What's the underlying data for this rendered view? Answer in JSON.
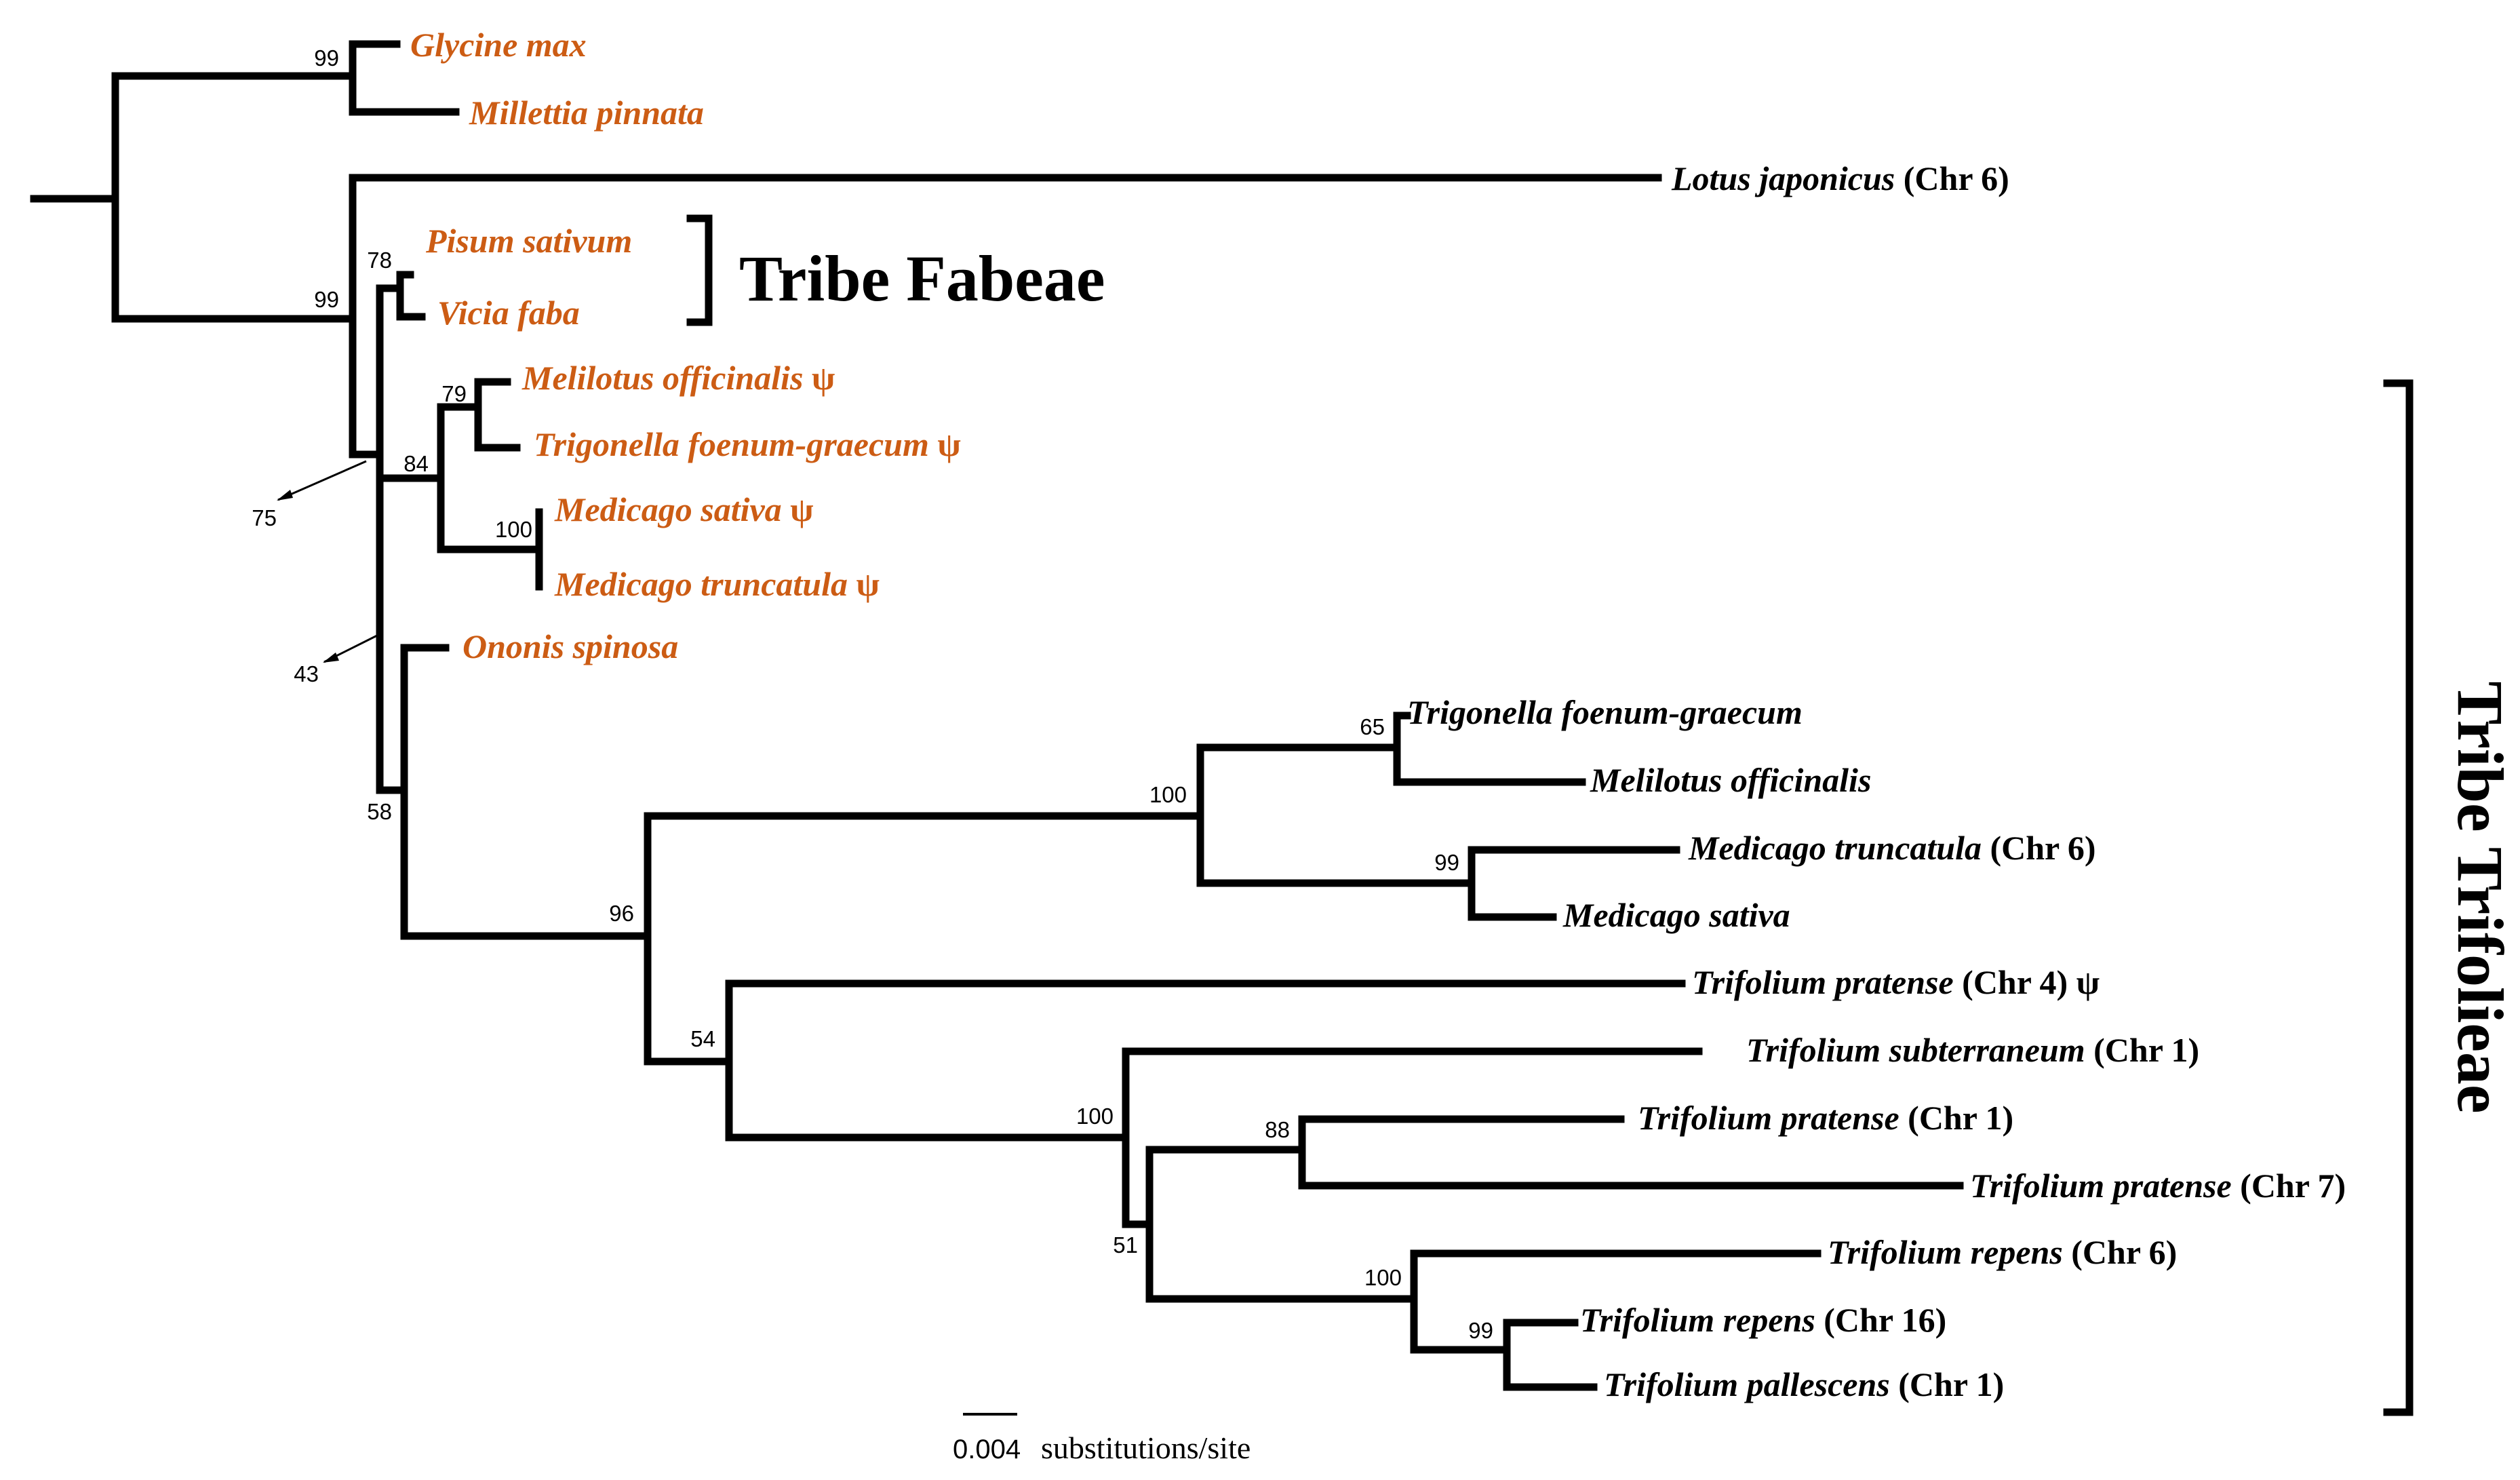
{
  "colors": {
    "highlight": "#cc5c14",
    "default": "#000000"
  },
  "taxa": {
    "glycine_max": {
      "name": "Glycine max",
      "suffix": "",
      "highlight": true
    },
    "millettia_pinnata": {
      "name": "Millettia pinnata",
      "suffix": "",
      "highlight": true
    },
    "lotus_japonicus": {
      "name": "Lotus japonicus",
      "suffix": " (Chr 6)",
      "highlight": false
    },
    "pisum_sativum": {
      "name": "Pisum sativum",
      "suffix": "",
      "highlight": true
    },
    "vicia_faba": {
      "name": "Vicia faba",
      "suffix": "",
      "highlight": true
    },
    "melilotus_officinalis_psi": {
      "name": "Melilotus officinalis",
      "suffix": " ψ",
      "highlight": true
    },
    "trigonella_psi": {
      "name": "Trigonella foenum-graecum",
      "suffix": " ψ",
      "highlight": true
    },
    "medicago_sativa_psi": {
      "name": "Medicago sativa",
      "suffix": " ψ",
      "highlight": true
    },
    "medicago_truncatula_psi": {
      "name": "Medicago truncatula",
      "suffix": " ψ",
      "highlight": true
    },
    "ononis_spinosa": {
      "name": "Ononis spinosa",
      "suffix": "",
      "highlight": true
    },
    "trigonella": {
      "name": "Trigonella foenum-graecum",
      "suffix": "",
      "highlight": false
    },
    "melilotus_officinalis": {
      "name": "Melilotus officinalis",
      "suffix": "",
      "highlight": false
    },
    "medicago_truncatula": {
      "name": "Medicago truncatula",
      "suffix": " (Chr 6)",
      "highlight": false
    },
    "medicago_sativa": {
      "name": "Medicago sativa",
      "suffix": "",
      "highlight": false
    },
    "trifolium_pratense_chr4": {
      "name": "Trifolium pratense",
      "suffix": " (Chr 4) ψ",
      "highlight": false
    },
    "trifolium_subterraneum": {
      "name": "Trifolium subterraneum",
      "suffix": " (Chr 1)",
      "highlight": false
    },
    "trifolium_pratense_chr1": {
      "name": "Trifolium pratense",
      "suffix": " (Chr 1)",
      "highlight": false
    },
    "trifolium_pratense_chr7": {
      "name": "Trifolium pratense",
      "suffix": " (Chr 7)",
      "highlight": false
    },
    "trifolium_repens_chr6": {
      "name": "Trifolium repens",
      "suffix": " (Chr 6)",
      "highlight": false
    },
    "trifolium_repens_chr16": {
      "name": "Trifolium repens",
      "suffix": " (Chr 16)",
      "highlight": false
    },
    "trifolium_pallescens": {
      "name": "Trifolium pallescens",
      "suffix": " (Chr 1)",
      "highlight": false
    }
  },
  "support": {
    "glycine_millettia": "99",
    "fabeae": "78",
    "core_group": "99",
    "melilotus_trigonella": "79",
    "medicago_pair": "100",
    "group_84": "84",
    "arrow_75": "75",
    "arrow_43": "43",
    "ononis_trifolieae": "58",
    "trigonella_melilotus": "65",
    "medicago_clade": "99",
    "trigonella_medicago": "100",
    "main_trifolieae": "96",
    "trifolium_clade": "54",
    "trifolium_core": "100",
    "pratense_pair": "88",
    "trifolium_inner": "51",
    "repens_group": "100",
    "repens_pallescens": "99"
  },
  "clades": {
    "fabeae": "Tribe Fabeae",
    "trifolieae": "Tribe Trifolieae"
  },
  "scale": {
    "value": "0.004",
    "unit": "substitutions/site"
  }
}
